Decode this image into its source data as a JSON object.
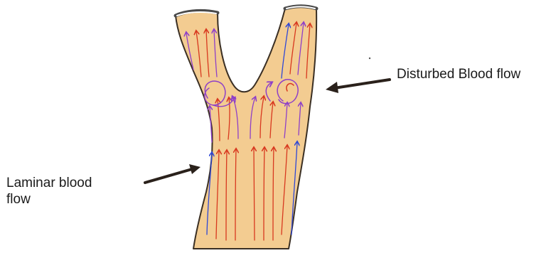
{
  "labels": {
    "disturbed": "Disturbed Blood flow",
    "laminar_line1": "Laminar blood",
    "laminar_line2": "flow"
  },
  "colors": {
    "vessel_fill": "#F3CC91",
    "vessel_outline": "#3a2f24",
    "arrow_red": "#D8381F",
    "arrow_purple": "#8E3FC8",
    "arrow_blue": "#2E47D6",
    "pointer": "#2a211b"
  }
}
